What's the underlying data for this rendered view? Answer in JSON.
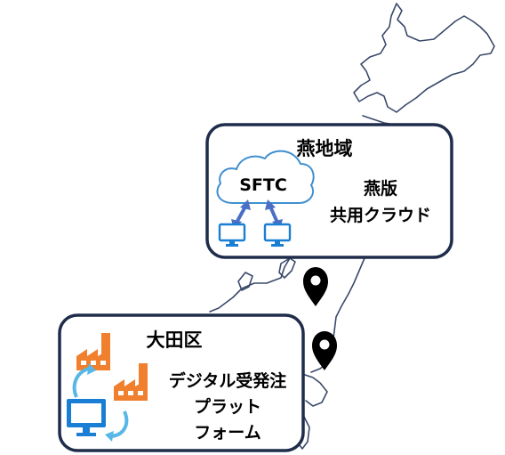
{
  "tsubame": {
    "title": "燕地域",
    "cloud_label": "SFTC",
    "text_line1": "燕版",
    "text_line2": "共用クラウド"
  },
  "ota": {
    "title": "大田区",
    "text_line1": "デジタル受発注",
    "text_line2": "プラット",
    "text_line3": "フォーム"
  },
  "colors": {
    "box_border": "#1f2d4b",
    "map_outline": "#3a4a6a",
    "pin": "#000000",
    "cloud_stroke": "#3f8fd0",
    "monitor_blue": "#1a7fd4",
    "arrow_blue": "#4a6fc4",
    "factory_orange": "#f07f2e",
    "cycle_arrow": "#57b7e6"
  }
}
